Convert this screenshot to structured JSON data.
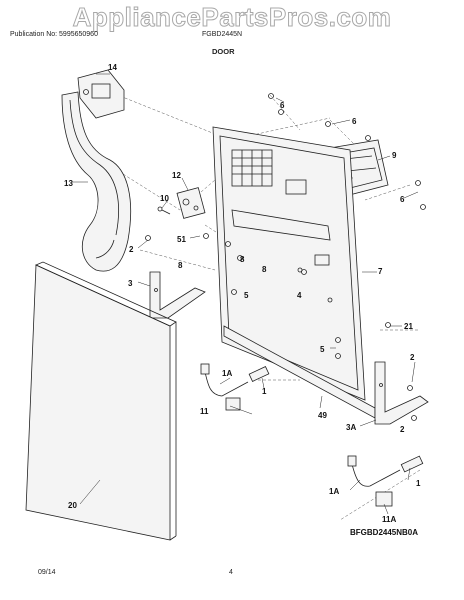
{
  "watermark": "AppliancePartsPros.com",
  "header": {
    "publication": "Publication No: 5995650960",
    "model": "FGBD2445N",
    "section": "DOOR"
  },
  "footer": {
    "date": "09/14",
    "page": "4",
    "diagram_code": "BFGBD2445NB0A"
  },
  "callouts": {
    "c14": "14",
    "c13": "13",
    "c12": "12",
    "c10": "10",
    "c51": "51",
    "c2a": "2",
    "c3": "3",
    "c8a": "8",
    "c8b": "8",
    "c8c": "8",
    "c5a": "5",
    "c4": "4",
    "c6a": "6",
    "c6b": "6",
    "c6c": "6",
    "c9": "9",
    "c7": "7",
    "c21": "21",
    "c5b": "5",
    "c2b": "2",
    "c1a": "1A",
    "c1b": "1",
    "c11": "11",
    "c49": "49",
    "c3a": "3A",
    "c2c": "2",
    "c20": "20",
    "c1a2": "1A",
    "c1c": "1",
    "c11a": "11A"
  }
}
